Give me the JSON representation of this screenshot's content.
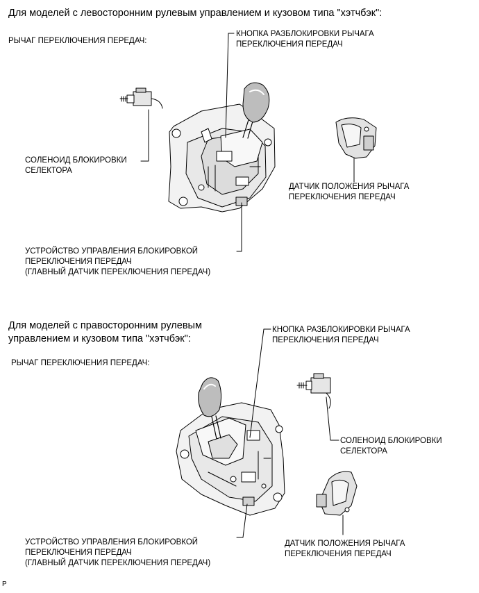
{
  "section1": {
    "heading": "Для моделей с левосторонним рулевым управлением и кузовом типа \"хэтчбэк\":",
    "labels": {
      "shift_lever": "РЫЧАГ ПЕРЕКЛЮЧЕНИЯ ПЕРЕДАЧ:",
      "release_button": [
        "КНОПКА РАЗБЛОКИРОВКИ РЫЧАГА",
        "ПЕРЕКЛЮЧЕНИЯ ПЕРЕДАЧ"
      ],
      "lock_solenoid": [
        "СОЛЕНОИД БЛОКИРОВКИ",
        "СЕЛЕКТОРА"
      ],
      "position_sensor": [
        "ДАТЧИК ПОЛОЖЕНИЯ РЫЧАГА",
        "ПЕРЕКЛЮЧЕНИЯ ПЕРЕДАЧ"
      ],
      "control_unit": [
        "УСТРОЙСТВО УПРАВЛЕНИЯ БЛОКИРОВКОЙ",
        "ПЕРЕКЛЮЧЕНИЯ ПЕРЕДАЧ",
        "(ГЛАВНЫЙ ДАТЧИК ПЕРЕКЛЮЧЕНИЯ ПЕРЕДАЧ)"
      ]
    }
  },
  "section2": {
    "heading": [
      "Для моделей с правосторонним рулевым",
      "управлением и кузовом типа \"хэтчбэк\":"
    ],
    "labels": {
      "shift_lever": "РЫЧАГ ПЕРЕКЛЮЧЕНИЯ ПЕРЕДАЧ:",
      "release_button": [
        "КНОПКА РАЗБЛОКИРОВКИ РЫЧАГА",
        "ПЕРЕКЛЮЧЕНИЯ ПЕРЕДАЧ"
      ],
      "lock_solenoid": [
        "СОЛЕНОИД БЛОКИРОВКИ",
        "СЕЛЕКТОРА"
      ],
      "position_sensor": [
        "ДАТЧИК ПОЛОЖЕНИЯ РЫЧАГА",
        "ПЕРЕКЛЮЧЕНИЯ ПЕРЕДАЧ"
      ],
      "control_unit": [
        "УСТРОЙСТВО УПРАВЛЕНИЯ БЛОКИРОВКОЙ",
        "ПЕРЕКЛЮЧЕНИЯ ПЕРЕДАЧ",
        "(ГЛАВНЫЙ ДАТЧИК ПЕРЕКЛЮЧЕНИЯ ПЕРЕДАЧ)"
      ]
    }
  },
  "figure_id": "P"
}
